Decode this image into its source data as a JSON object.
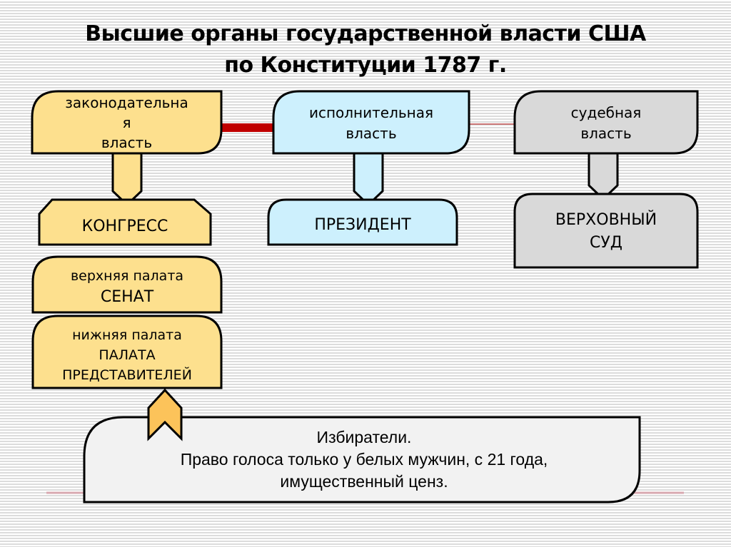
{
  "title": {
    "line1": "Высшие органы государственной власти США",
    "line2": "по Конституции 1787 г."
  },
  "colors": {
    "legislative": "#fde08e",
    "executive": "#cdf0fd",
    "judicial": "#d9d9d9",
    "voters": "#f2f2f2",
    "connector_red": "#c00000",
    "voters_arrow": "#fcc35a",
    "outline": "#000000"
  },
  "branches": {
    "legislative": {
      "line1": "законодательна",
      "line2": "я",
      "line3": "власть",
      "body": "КОНГРЕСС"
    },
    "executive": {
      "line1": "исполнительная",
      "line2": "власть",
      "body": "ПРЕЗИДЕНТ"
    },
    "judicial": {
      "line1": "судебная",
      "line2": "власть",
      "body_line1": "ВЕРХОВНЫЙ",
      "body_line2": "СУД"
    }
  },
  "chambers": {
    "upper": {
      "line1": "верхняя палата",
      "line2": "СЕНАТ"
    },
    "lower": {
      "line1": "нижняя палата",
      "line2": "ПАЛАТА",
      "line3": "ПРЕДСТАВИТЕЛЕЙ"
    }
  },
  "voters": {
    "line1": "Избиратели.",
    "line2": "Право голоса только у белых мужчин, с 21 года,",
    "line3": "имущественный ценз."
  }
}
